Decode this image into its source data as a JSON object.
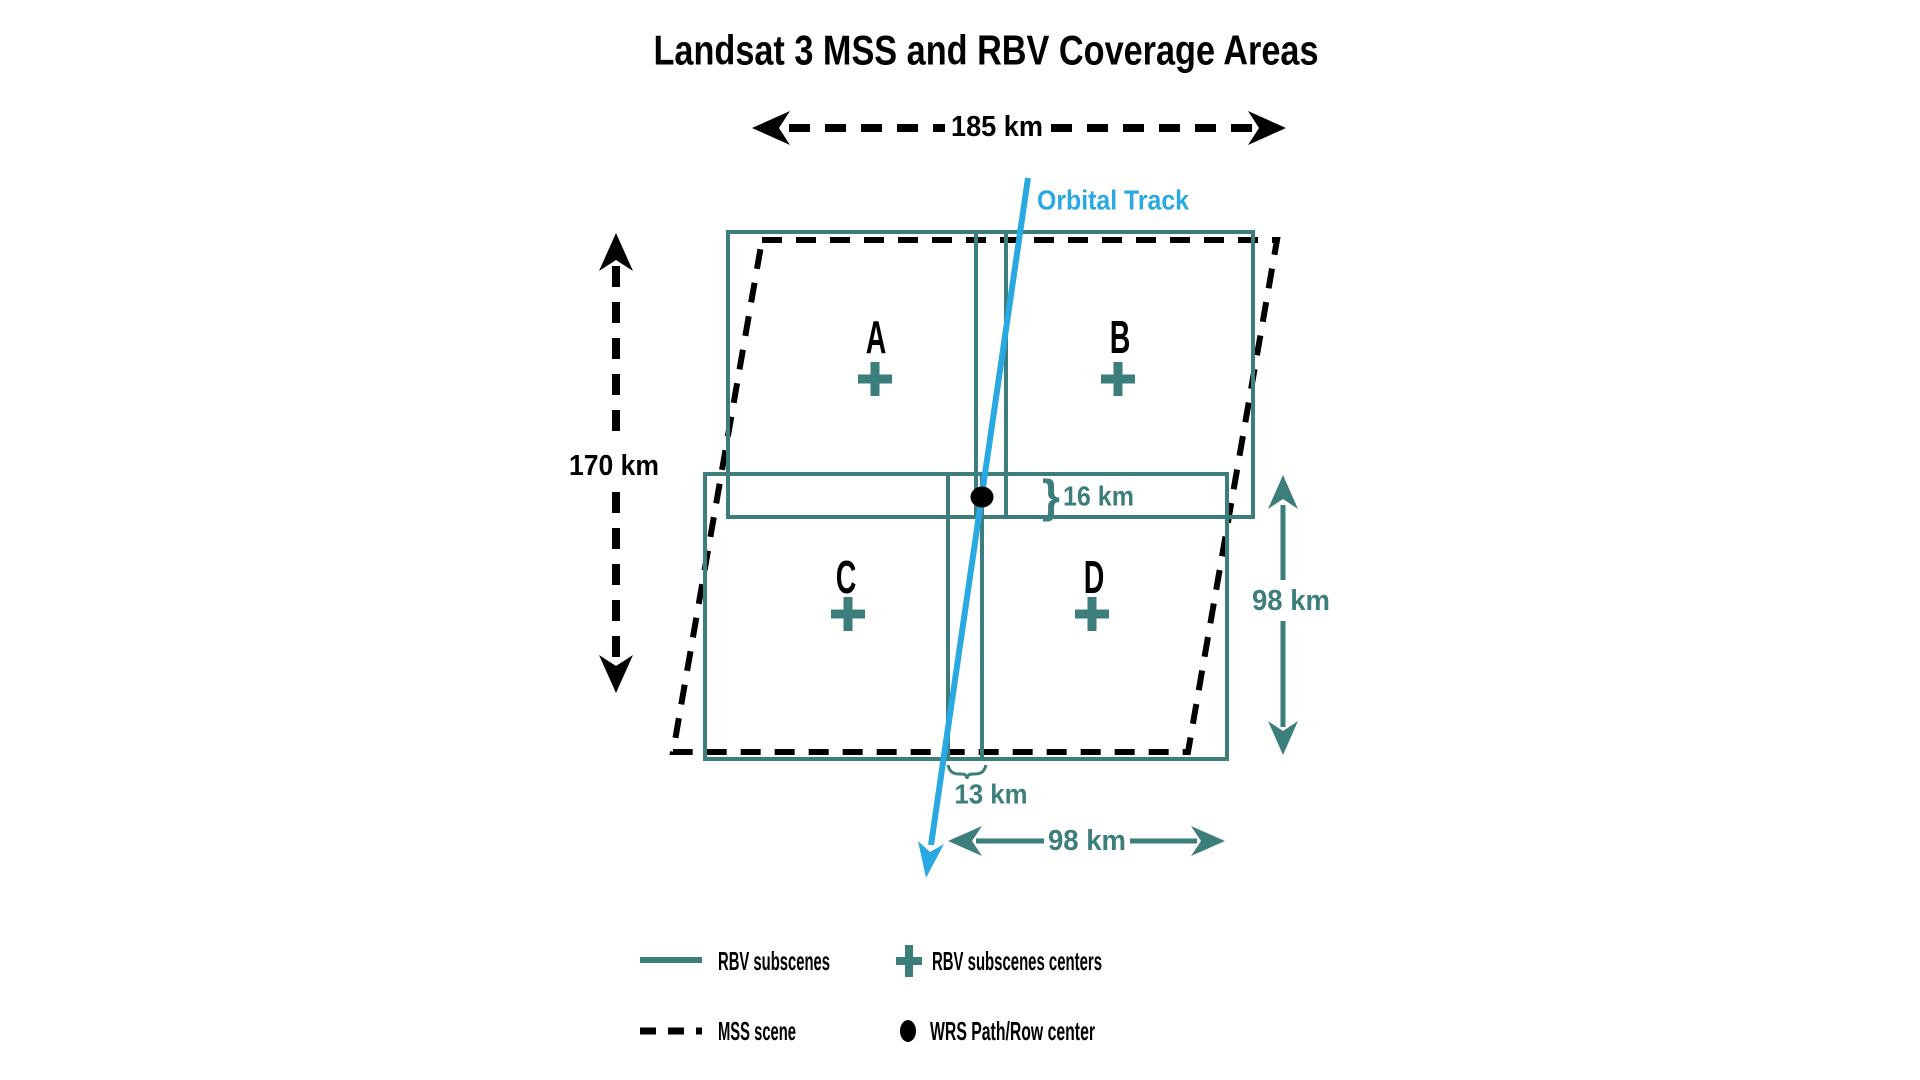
{
  "title": "Landsat 3 MSS and RBV Coverage Areas",
  "colors": {
    "teal": "#3C7E7B",
    "blue": "#29A9E2",
    "black": "#000000",
    "background": "#FFFFFF"
  },
  "annotations": {
    "mss_width": "185 km",
    "mss_height": "170 km",
    "orbital_track": "Orbital Track",
    "strip_height": "16 km",
    "strip_brace": "}",
    "sidelap": "13 km",
    "subscene_width": "98 km",
    "subscene_height": "98 km"
  },
  "subscenes": [
    {
      "id": "A"
    },
    {
      "id": "B"
    },
    {
      "id": "C"
    },
    {
      "id": "D"
    }
  ],
  "legend": [
    {
      "symbol": "teal-solid-line",
      "label": "RBV subscenes"
    },
    {
      "symbol": "teal-cross",
      "label": "RBV subscenes centers"
    },
    {
      "symbol": "black-dashed-line",
      "label": "MSS scene"
    },
    {
      "symbol": "black-dot",
      "label": "WRS Path/Row center"
    }
  ]
}
